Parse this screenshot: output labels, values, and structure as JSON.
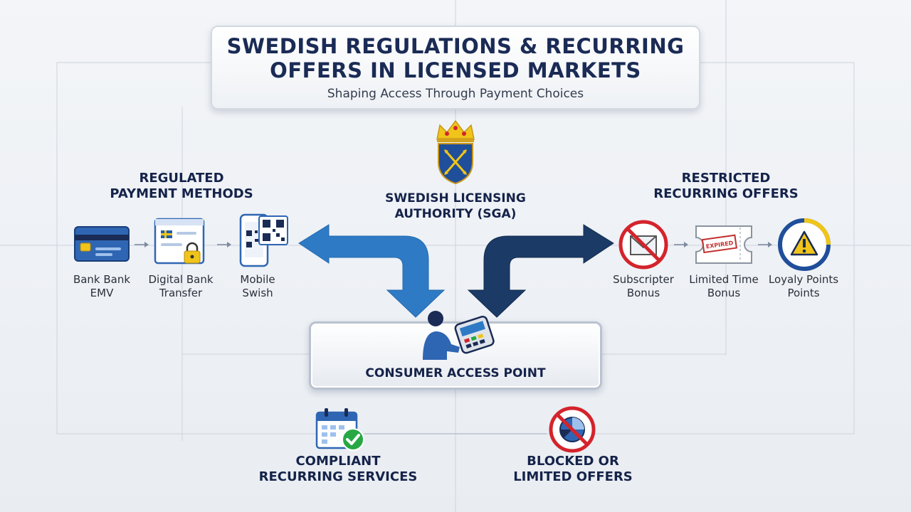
{
  "title": {
    "line1": "SWEDISH REGULATIONS & RECURRING",
    "line2": "OFFERS IN LICENSED MARKETS",
    "subtitle": "Shaping Access Through Payment Choices"
  },
  "authority": {
    "line1": "SWEDISH LICENSING",
    "line2": "AUTHORITY (SGA)"
  },
  "payment_methods": {
    "heading_line1": "REGULATED",
    "heading_line2": "PAYMENT METHODS",
    "items": [
      {
        "line1": "Bank Bank",
        "line2": "EMV",
        "icon": "bank-card-icon"
      },
      {
        "line1": "Digital Bank",
        "line2": "Transfer",
        "icon": "secure-transfer-icon"
      },
      {
        "line1": "Mobile",
        "line2": "Swish",
        "icon": "mobile-qr-icon"
      }
    ]
  },
  "restricted_offers": {
    "heading_line1": "RESTRICTED",
    "heading_line2": "RECURRING OFFERS",
    "items": [
      {
        "line1": "Subscripter",
        "line2": "Bonus",
        "icon": "no-subscription-icon"
      },
      {
        "line1": "Limited Time",
        "line2": "Bonus",
        "icon": "expired-ticket-icon",
        "stamp": "EXPIRED"
      },
      {
        "line1": "Loyaly Points",
        "line2": "Points",
        "icon": "warning-icon"
      }
    ]
  },
  "access_point": {
    "label": "CONSUMER ACCESS POINT"
  },
  "outcomes": {
    "compliant": {
      "line1": "COMPLIANT",
      "line2": "RECURRING SERVICES",
      "icon": "calendar-check-icon"
    },
    "blocked": {
      "line1": "BLOCKED OR",
      "line2": "LIMITED OFFERS",
      "icon": "blocked-chart-icon"
    }
  },
  "colors": {
    "navy": "#1a2b55",
    "arrow_blue": "#2f7ac4",
    "arrow_navy": "#1b3a66",
    "prohibit_red": "#d3242c",
    "check_green": "#27a844",
    "gold": "#f0c419"
  }
}
